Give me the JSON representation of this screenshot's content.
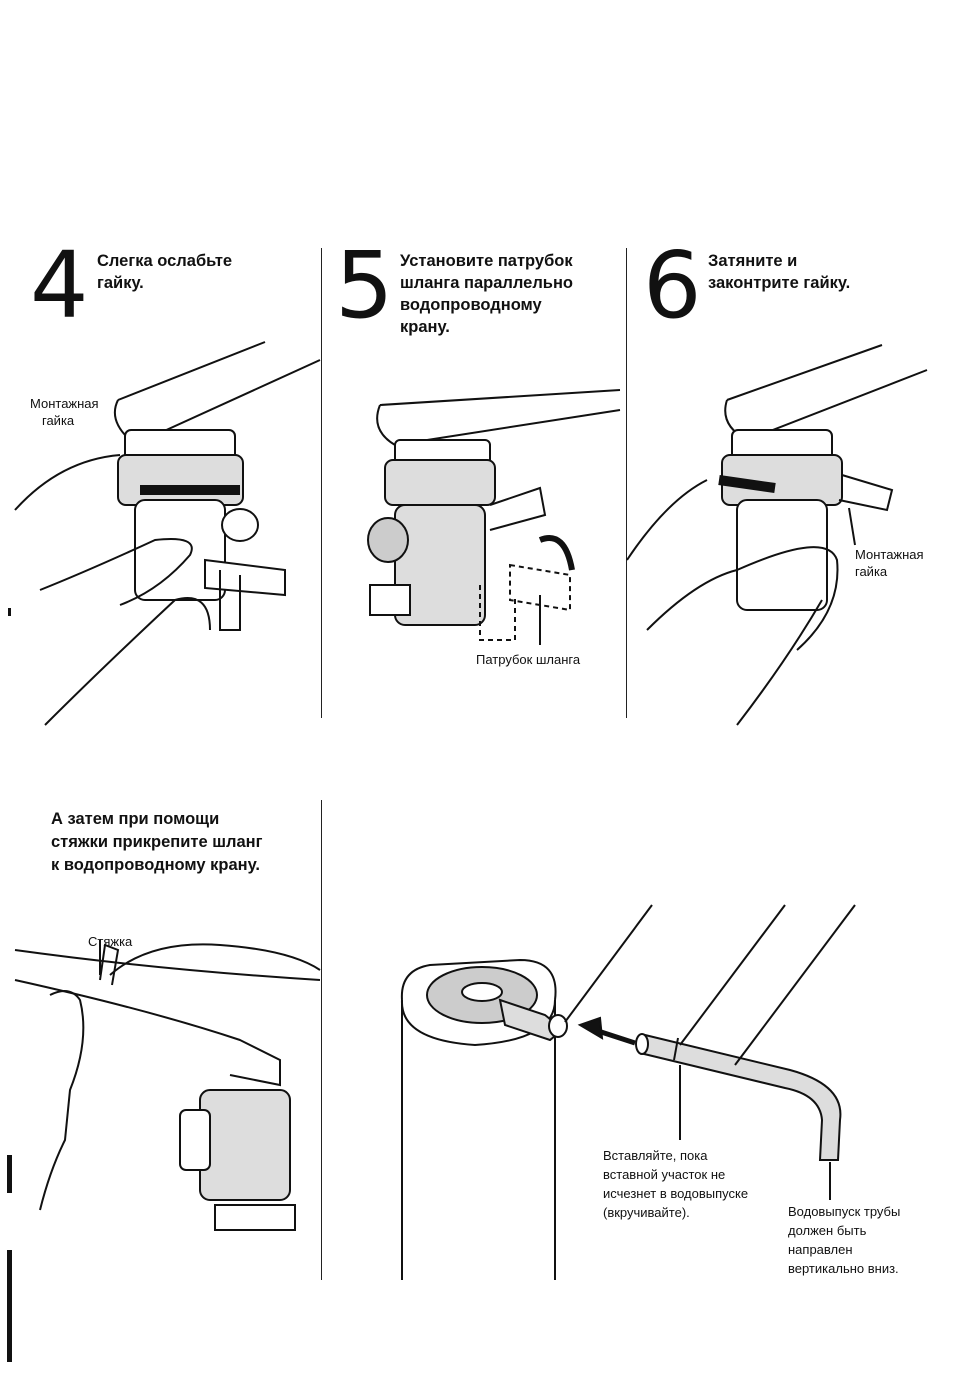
{
  "step4": {
    "number": "4",
    "title_line1": "Слегка ослабьте",
    "title_line2": "гайку.",
    "callout_line1": "Монтажная",
    "callout_line2": "гайка"
  },
  "step5": {
    "number": "5",
    "title_line1": "Установите патрубок",
    "title_line2": "шланга параллельно",
    "title_line3": "водопроводному",
    "title_line4": "крану.",
    "callout": "Патрубок шланга"
  },
  "step6": {
    "number": "6",
    "title_line1": "Затяните и",
    "title_line2": "законтрите гайку.",
    "callout_line1": "Монтажная",
    "callout_line2": "гайка"
  },
  "step7": {
    "title_line1": "А затем при помощи",
    "title_line2": "стяжки прикрепите шланг",
    "title_line3": "к водопроводному крану.",
    "callout": "Стяжка"
  },
  "step8": {
    "insert_line1": "Вставляйте, пока",
    "insert_line2": "вставной участок не",
    "insert_line3": "исчезнет в водовыпуске",
    "insert_line4": "(вкручивайте).",
    "spout_line1": "Водовыпуск трубы",
    "spout_line2": "должен быть",
    "spout_line3": "направлен",
    "spout_line4": "вертикально вниз."
  }
}
